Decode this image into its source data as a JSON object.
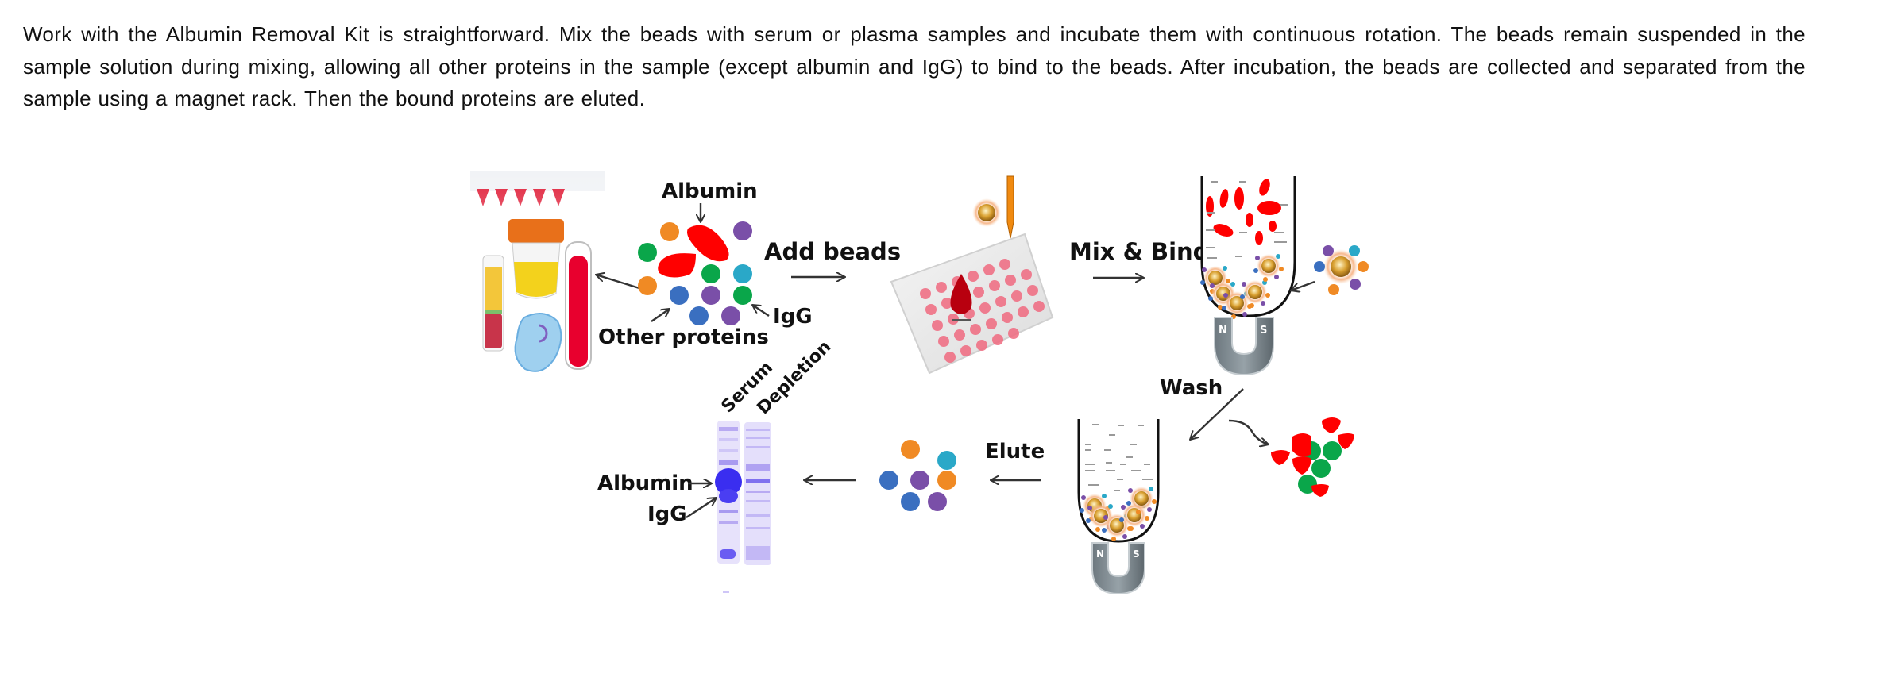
{
  "paragraph": {
    "text": "Work with the Albumin Removal Kit is straightforward. Mix the beads with serum or plasma samples and incubate them with continuous rotation. The beads remain suspended in the sample solution during mixing, allowing all other proteins in the sample (except albumin and IgG) to bind to the beads. After incubation, the beads are collected and separated from the sample using a magnet rack. Then the bound proteins are eluted."
  },
  "figure": {
    "labels": {
      "albumin_top": "Albumin",
      "add_beads": "Add beads",
      "igg_top": "IgG",
      "other_proteins": "Other proteins",
      "mix_bind": "Mix & Bind",
      "wash": "Wash",
      "elute": "Elute",
      "gel_lane_serum": "Serum",
      "gel_lane_depletion": "Depletion",
      "gel_albumin": "Albumin",
      "gel_igg": "IgG"
    },
    "magnet": {
      "north": "N",
      "south": "S"
    },
    "colors": {
      "albumin": "#ff0000",
      "bead_orange": "#f08a24",
      "bead_green": "#0aa64a",
      "bead_purple": "#7a4fa8",
      "bead_blue": "#3a6fc0",
      "bead_cyan": "#2aa8c8",
      "gel_stain": "#5a4ef0",
      "magnet": "#7c878e",
      "blood": "#e8002e",
      "urine": "#f3d21c",
      "cap": "#e8701a"
    }
  }
}
